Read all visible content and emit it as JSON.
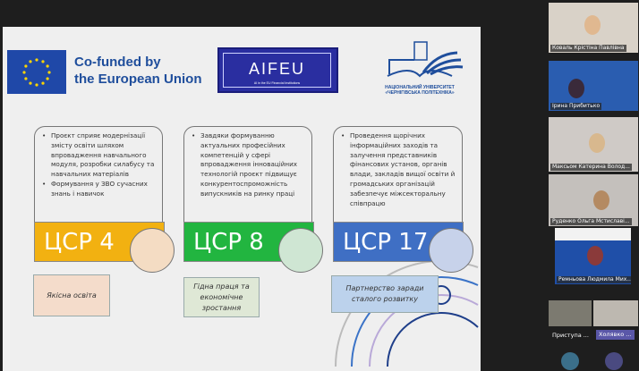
{
  "slide": {
    "eu_text_line1": "Co-funded by",
    "eu_text_line2": "the European Union",
    "aifeu_title": "AIFEU",
    "aifeu_subtitle": "AI in the EU Financial Institutions",
    "university_line1": "НАЦІОНАЛЬНИЙ УНІВЕРСИТЕТ",
    "university_line2": "«ЧЕРНІГІВСЬКА ПОЛІТЕХНІКА»",
    "cards": [
      {
        "bullets": [
          "Проєкт сприяє модернізації змісту освіти шляхом впровадження навчального модуля, розробки силабусу та навчальних матеріалів",
          "Формування у ЗВО сучасних знань і навичок"
        ],
        "goal": "ЦСР 4",
        "label": "Якісна освіта",
        "color": "#f2b111",
        "circle": "#f4dcc3",
        "label_bg": "#f4dccb"
      },
      {
        "bullets": [
          "Завдяки формуванню актуальних професійних компетенцій у сфері впровадження інноваційних технологій проєкт підвищує конкурентоспроможність випускників на ринку праці"
        ],
        "goal": "ЦСР 8",
        "label": "Гідна праця та економічне зростання",
        "color": "#22b540",
        "circle": "#cfe6d3",
        "label_bg": "#dfe8d6"
      },
      {
        "bullets": [
          "Проведення щорічних інформаційних заходів та залучення представників фінансових установ, органів влади, закладів вищої освіти й громадських організацій забезпечує міжсекторальну співпрацю"
        ],
        "goal": "ЦСР 17",
        "label": "Партнерство заради сталого розвитку",
        "color": "#3f6fc4",
        "circle": "#c7d2ea",
        "label_bg": "#bcd2ec"
      }
    ]
  },
  "participants": [
    {
      "name": "Коваль Крістіна Павлівна"
    },
    {
      "name": "Ірина Прибитько"
    },
    {
      "name": "Максьом Катерина Волод..."
    },
    {
      "name": "Руденко Ольга Мстиславі..."
    },
    {
      "name": "Ремньова Людмила Мих..."
    },
    {
      "name": "Приступа ..."
    },
    {
      "name": "Холявко ..."
    }
  ]
}
